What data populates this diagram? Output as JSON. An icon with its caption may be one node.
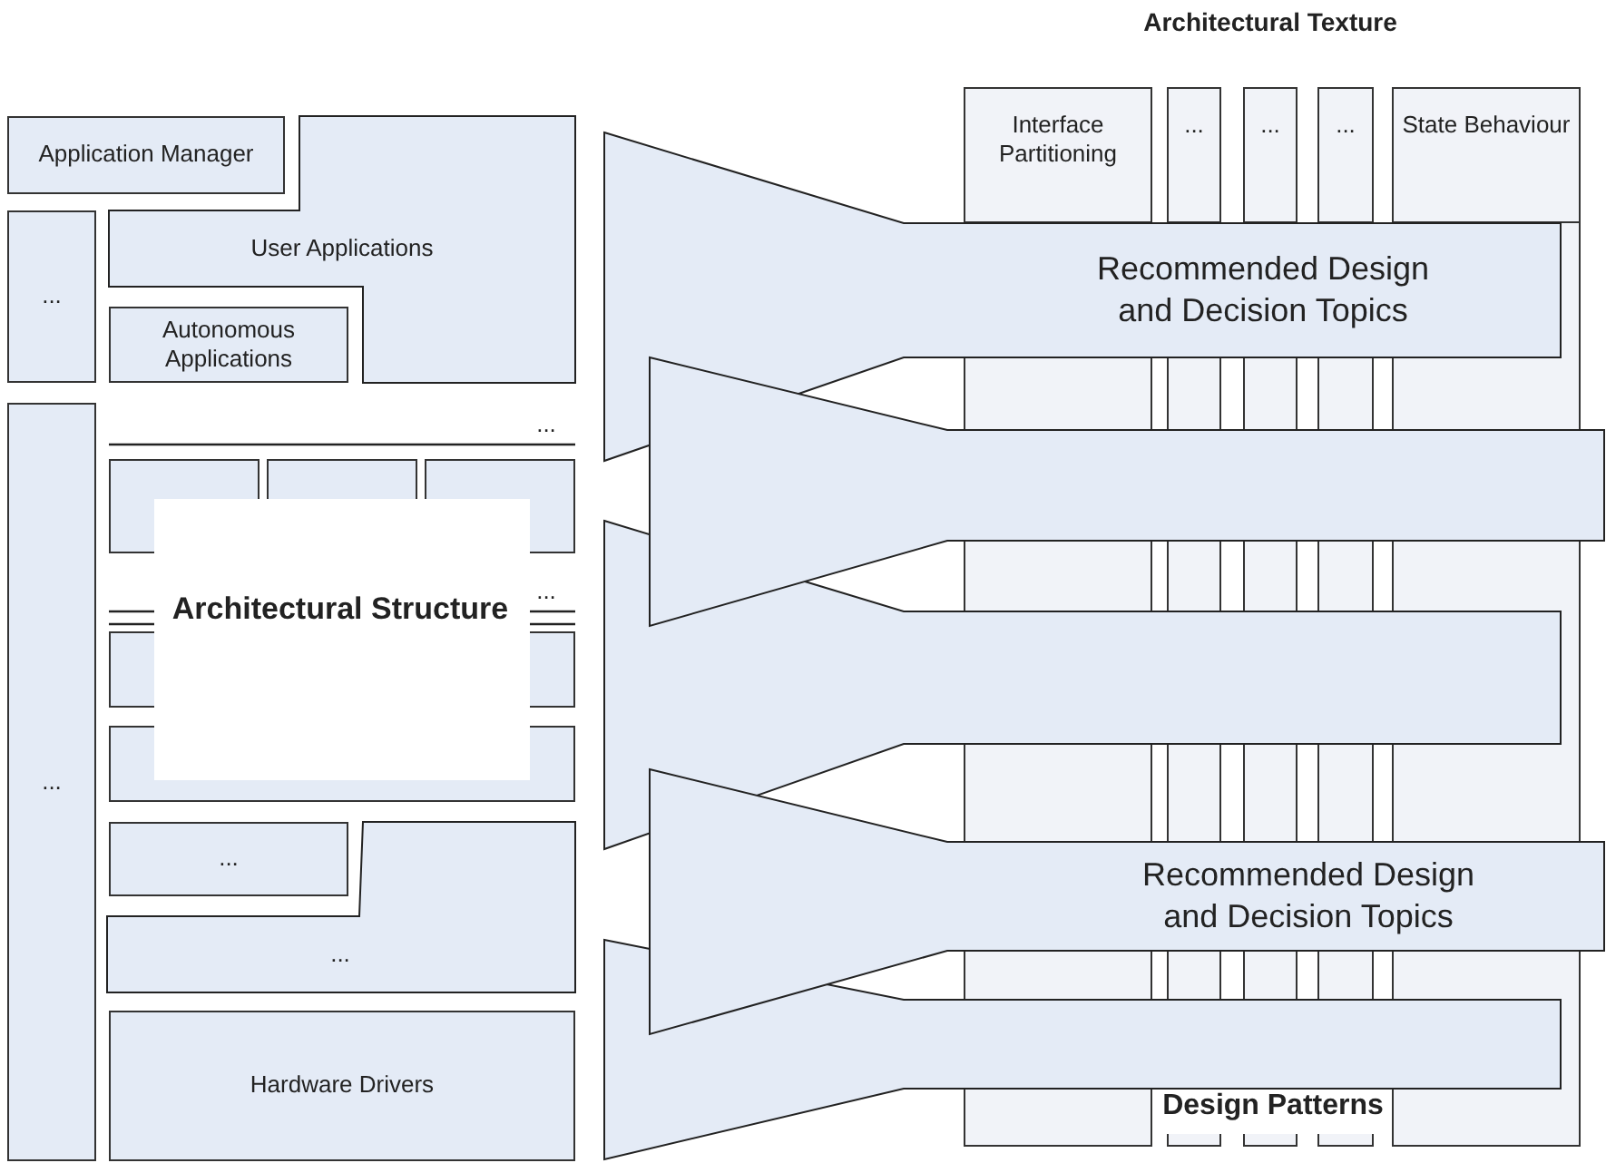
{
  "diagram": {
    "nodes": [
      {
        "text": [
          "Application Manager"
        ]
      },
      {
        "text": [
          "User Applications"
        ]
      },
      {
        "text": [
          "..."
        ]
      },
      {
        "text": [
          "Autonomous Applications"
        ]
      },
      {
        "text": [
          "..."
        ]
      },
      {
        "text": [],
        "shape": "box"
      },
      {
        "text": [],
        "shape": "box"
      },
      {
        "text": [],
        "shape": "box"
      },
      {
        "text": [
          "Architectural Structure"
        ]
      },
      {
        "text": [],
        "shape": "box"
      },
      {
        "text": [],
        "shape": "box"
      },
      {
        "text": [
          "..."
        ]
      },
      {
        "text": [
          "..."
        ]
      },
      {
        "text": [
          "Hardware Drivers"
        ]
      },
      {
        "text": [
          "Interface Partitioning"
        ]
      },
      {
        "text": [
          "..."
        ]
      },
      {
        "text": [
          "..."
        ]
      },
      {
        "text": [
          "..."
        ]
      },
      {
        "text": [
          "State Behaviour"
        ]
      },
      {
        "text": [
          "Recommended Design and Decision Topics"
        ]
      },
      {
        "text": [],
        "shape": "funnel"
      },
      {
        "text": [],
        "shape": "funnel"
      },
      {
        "text": [
          "Recommended Design and Decision Topics"
        ]
      },
      {
        "text": [],
        "shape": "funnel"
      }
    ],
    "labels": [
      "Architectural Texture",
      "...",
      "...",
      "Design Patterns"
    ]
  }
}
